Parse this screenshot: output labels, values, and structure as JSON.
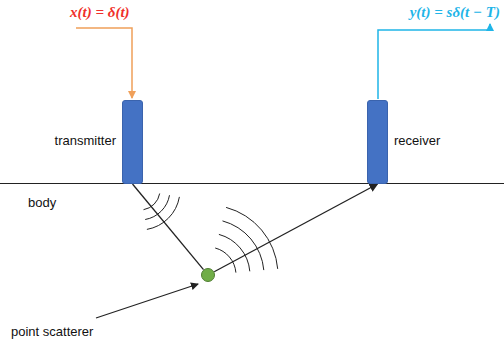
{
  "diagram": {
    "nodes": [
      {
        "text": [
          "transmitter"
        ]
      },
      {
        "text": [
          "receiver"
        ]
      },
      {
        "text": [
          "point scatterer"
        ]
      }
    ],
    "edges": [
      {
        "from": 0,
        "to": 2,
        "arrow": "none"
      },
      {
        "from": 2,
        "to": 1,
        "arrow": "to"
      }
    ],
    "labels": [
      "x(t) = δ(t)",
      "y(t) = sδ(t − T)",
      "body"
    ]
  }
}
